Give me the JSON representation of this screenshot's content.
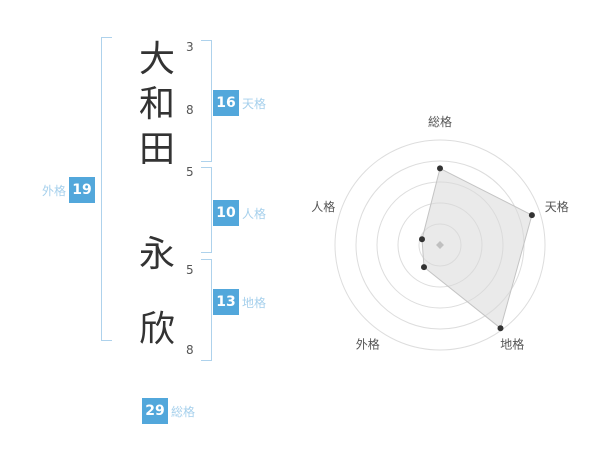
{
  "colors": {
    "badge_bg": "#52a7db",
    "badge_text": "#ffffff",
    "label": "#a6d0ec",
    "bracket": "#aed2ec",
    "kanji": "#333333",
    "stroke_num": "#555555",
    "ring": "#dddddd",
    "radar_fill": "#d8d8d8",
    "radar_dot": "#333333",
    "axis_label": "#555555",
    "center_mark": "#c0c0c0"
  },
  "name": {
    "surname": [
      {
        "char": "大",
        "strokes": "3"
      },
      {
        "char": "和",
        "strokes": "8"
      },
      {
        "char": "田",
        "strokes": "5"
      }
    ],
    "given": [
      {
        "char": "永",
        "strokes": "5"
      },
      {
        "char": "欣",
        "strokes": "8"
      }
    ]
  },
  "kaku": {
    "tenkaku": {
      "label": "天格",
      "value": "16"
    },
    "jinkaku": {
      "label": "人格",
      "value": "10"
    },
    "chikaku": {
      "label": "地格",
      "value": "13"
    },
    "gaikaku": {
      "label": "外格",
      "value": "19"
    },
    "soukaku": {
      "label": "総格",
      "value": "29"
    }
  },
  "chart_data": {
    "type": "radar",
    "axes": [
      "総格",
      "天格",
      "地格",
      "外格",
      "人格"
    ],
    "values": [
      73,
      92,
      98,
      26,
      18
    ],
    "max": 100,
    "rings": 5,
    "start": "top",
    "direction": "clockwise",
    "legend_position": "none",
    "grid": "concentric-circles"
  }
}
